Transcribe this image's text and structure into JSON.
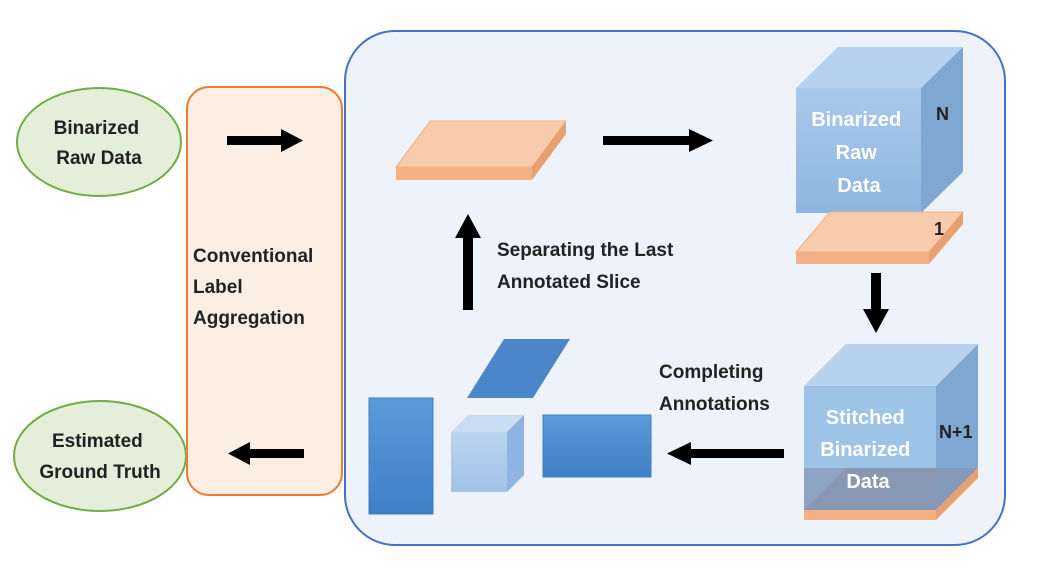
{
  "nodes": {
    "raw_data": {
      "lines": [
        "Binarized",
        "Raw Data"
      ]
    },
    "ground_truth": {
      "lines": [
        "Estimated",
        "Ground Truth"
      ]
    },
    "aggregation": {
      "lines": [
        "Conventional",
        "Label",
        "Aggregation"
      ]
    },
    "raw_cube": {
      "lines": [
        "Binarized",
        "Raw",
        "Data"
      ],
      "side_label": "N"
    },
    "annot_slice": {
      "label": "1"
    },
    "stitched_cube": {
      "lines": [
        "Stitched",
        "Binarized",
        "Data"
      ],
      "side_label": "N+1"
    }
  },
  "edges": {
    "separating": {
      "lines": [
        "Separating the Last",
        "Annotated Slice"
      ]
    },
    "completing": {
      "lines": [
        "Completing",
        "Annotations"
      ]
    }
  },
  "colors": {
    "ellipse_fill": "#e3efd9",
    "ellipse_stroke": "#70ad47",
    "agg_fill": "#fdeee3",
    "agg_stroke": "#ed7d31",
    "panel_fill": "#eef2fa",
    "panel_stroke": "#4472c4",
    "slice_fill": "#f4b183",
    "cube_front": "#9dc3e6",
    "cube_top": "#b7d2ee",
    "cube_side": "#7fa7d1",
    "shape_blue": "#4f8fd5",
    "arrow": "#000000"
  }
}
